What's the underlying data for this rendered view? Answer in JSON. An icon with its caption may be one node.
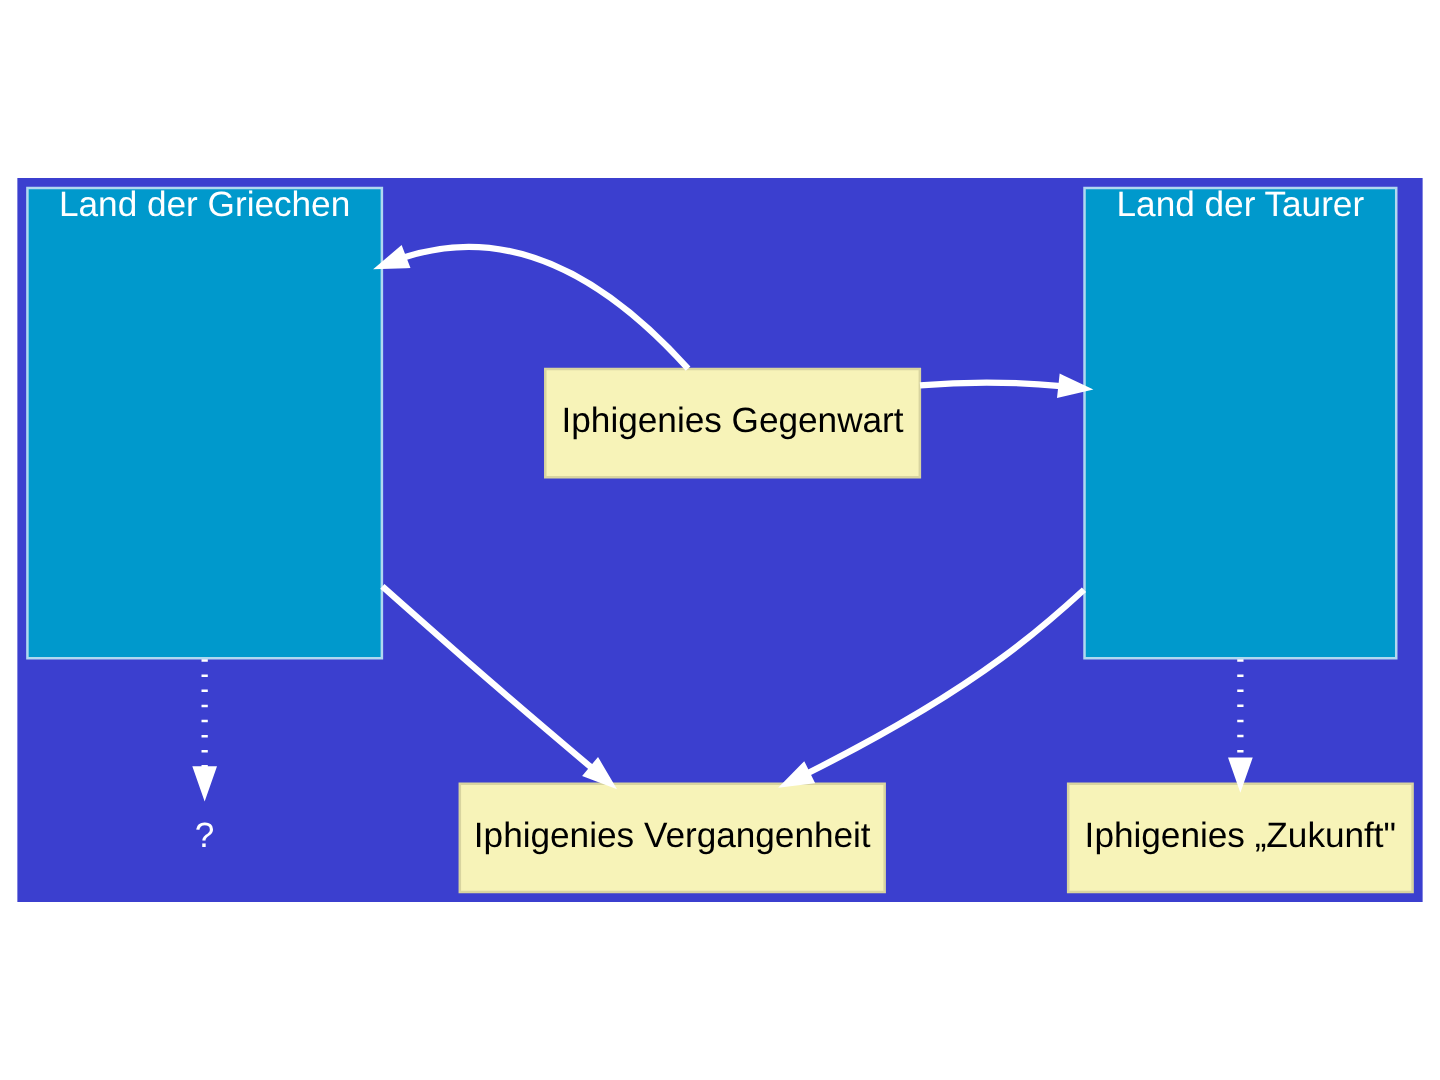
{
  "diagram": {
    "nodes": [
      {
        "text": [
          "Iphigenies Vergangenheit"
        ]
      },
      {
        "text": [
          "Land der Griechen"
        ]
      },
      {
        "text": [
          "Iphigenies Gegenwart"
        ]
      },
      {
        "text": [
          "Land der Taurer"
        ]
      },
      {
        "text": [
          "Iphigenies „Zukunft\""
        ]
      },
      {
        "text": [
          "?"
        ]
      }
    ],
    "edges": [
      {
        "from": 1,
        "to": 0,
        "arrow": "to"
      },
      {
        "from": 3,
        "to": 0,
        "arrow": "to"
      },
      {
        "from": 2,
        "to": 1,
        "arrow": "to"
      },
      {
        "from": 2,
        "to": 3,
        "arrow": "to"
      },
      {
        "from": 3,
        "to": 4,
        "arrow": "to",
        "style": "dashed"
      },
      {
        "from": 1,
        "to": 5,
        "arrow": "to",
        "style": "dashed"
      }
    ]
  }
}
